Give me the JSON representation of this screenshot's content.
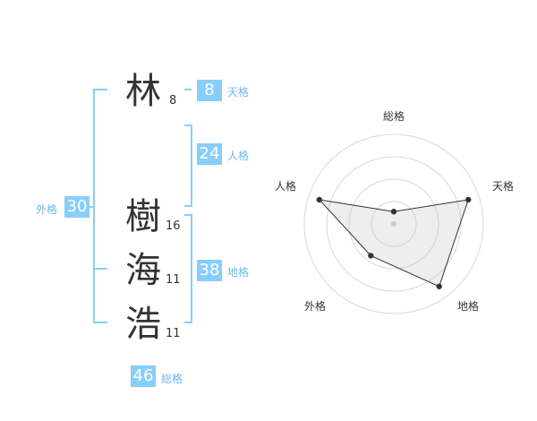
{
  "name": {
    "chars": [
      {
        "char": "林",
        "strokes": "8"
      },
      {
        "char": "樹",
        "strokes": "16"
      },
      {
        "char": "海",
        "strokes": "11"
      },
      {
        "char": "浩",
        "strokes": "11"
      }
    ]
  },
  "kakusu": {
    "tenkaku": {
      "label": "天格",
      "value": "8"
    },
    "jinkaku": {
      "label": "人格",
      "value": "24"
    },
    "chikaku": {
      "label": "地格",
      "value": "38"
    },
    "gaikaku": {
      "label": "外格",
      "value": "30"
    },
    "soukaku": {
      "label": "総格",
      "value": "46"
    }
  },
  "colors": {
    "accent": "#87cefa",
    "accent_text": "#6fb8e8",
    "bracket": "#87cefa",
    "text": "#333333"
  },
  "chart_data": {
    "type": "radar",
    "axes": [
      "総格",
      "天格",
      "地格",
      "外格",
      "人格"
    ],
    "rings": 4,
    "max": 4,
    "values": [
      0.55,
      3.5,
      3.45,
      1.75,
      3.5
    ],
    "grid": true
  }
}
